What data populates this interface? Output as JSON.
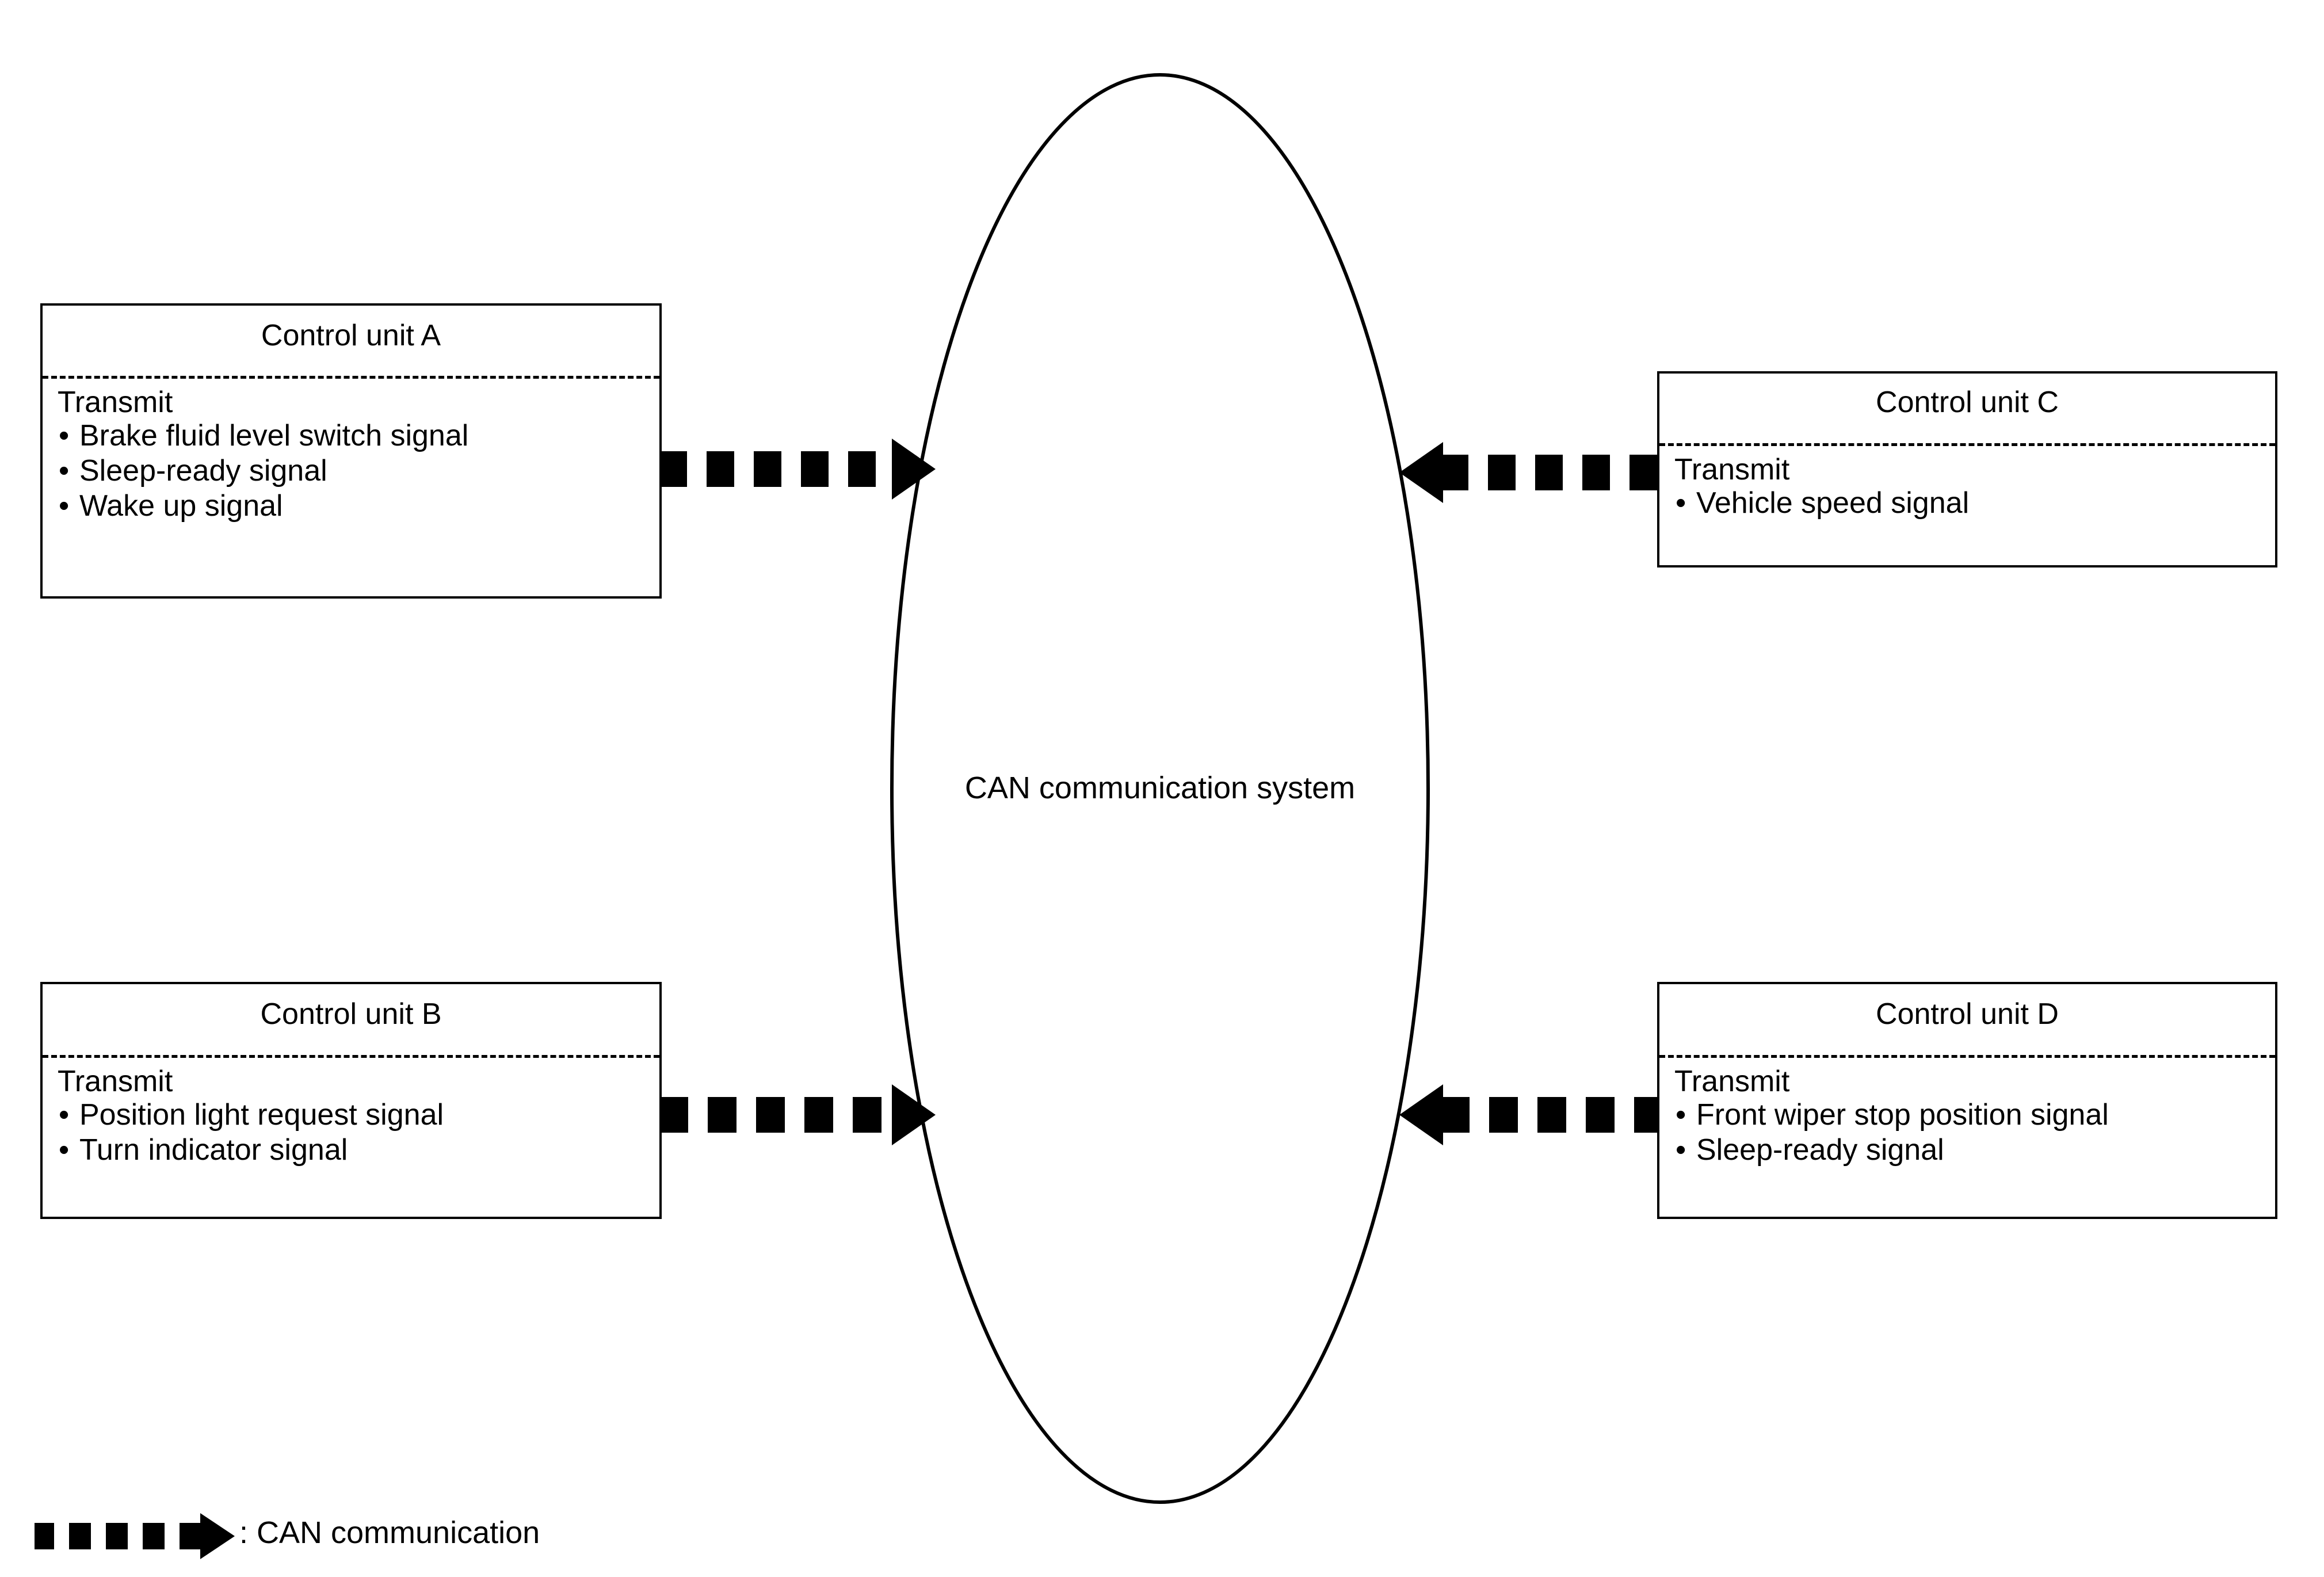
{
  "diagram": {
    "hub": {
      "label": "CAN communication system"
    },
    "units": {
      "a": {
        "title": "Control unit A",
        "section_label": "Transmit",
        "bullet_glyph": "•",
        "signals": [
          "Brake fluid level switch signal",
          "Sleep-ready signal",
          "Wake up signal"
        ]
      },
      "b": {
        "title": "Control unit B",
        "section_label": "Transmit",
        "bullet_glyph": "•",
        "signals": [
          "Position light request signal",
          "Turn indicator signal"
        ]
      },
      "c": {
        "title": "Control unit C",
        "section_label": "Transmit",
        "bullet_glyph": "•",
        "signals": [
          "Vehicle speed signal"
        ]
      },
      "d": {
        "title": "Control unit D",
        "section_label": "Transmit",
        "bullet_glyph": "•",
        "signals": [
          "Front wiper stop position signal",
          "Sleep-ready signal"
        ]
      }
    },
    "legend": {
      "text": ": CAN communication",
      "symbol_name": "striped-arrow"
    },
    "colors": {
      "stroke": "#000000",
      "background": "#ffffff"
    }
  }
}
